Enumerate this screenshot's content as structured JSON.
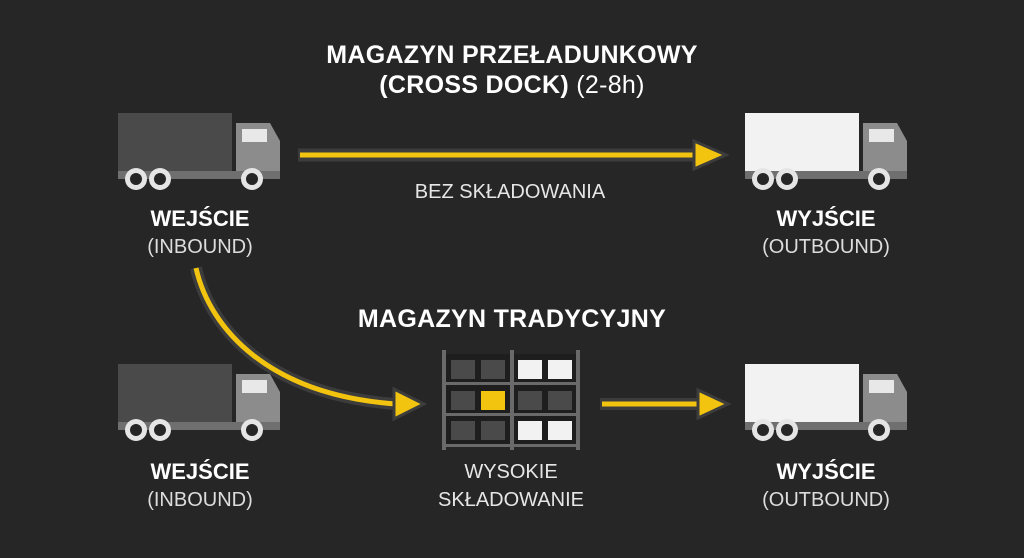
{
  "cross_dock": {
    "title_line1": "MAGAZYN PRZEŁADUNKOWY",
    "title_line2_bold": "(CROSS DOCK)",
    "title_line2_normal": "(2-8h)",
    "arrow_caption": "BEZ SKŁADOWANIA",
    "inbound": {
      "label": "WEJŚCIE",
      "sub": "(INBOUND)"
    },
    "outbound": {
      "label": "WYJŚCIE",
      "sub": "(OUTBOUND)"
    }
  },
  "traditional": {
    "title": "MAGAZYN TRADYCYJNY",
    "storage_line1": "WYSOKIE",
    "storage_line2": "SKŁADOWANIE",
    "inbound": {
      "label": "WEJŚCIE",
      "sub": "(INBOUND)"
    },
    "outbound": {
      "label": "WYJŚCIE",
      "sub": "(OUTBOUND)"
    }
  },
  "icons": {
    "inbound_truck": "truck-icon",
    "outbound_truck": "truck-icon",
    "storage": "warehouse-rack-icon"
  },
  "colors": {
    "background": "#262626",
    "arrow_yellow": "#f2c40f",
    "inbound_truck_body": "#4a4a4a",
    "outbound_truck_body": "#f2f2f2",
    "cab": "#8c8c8c"
  }
}
